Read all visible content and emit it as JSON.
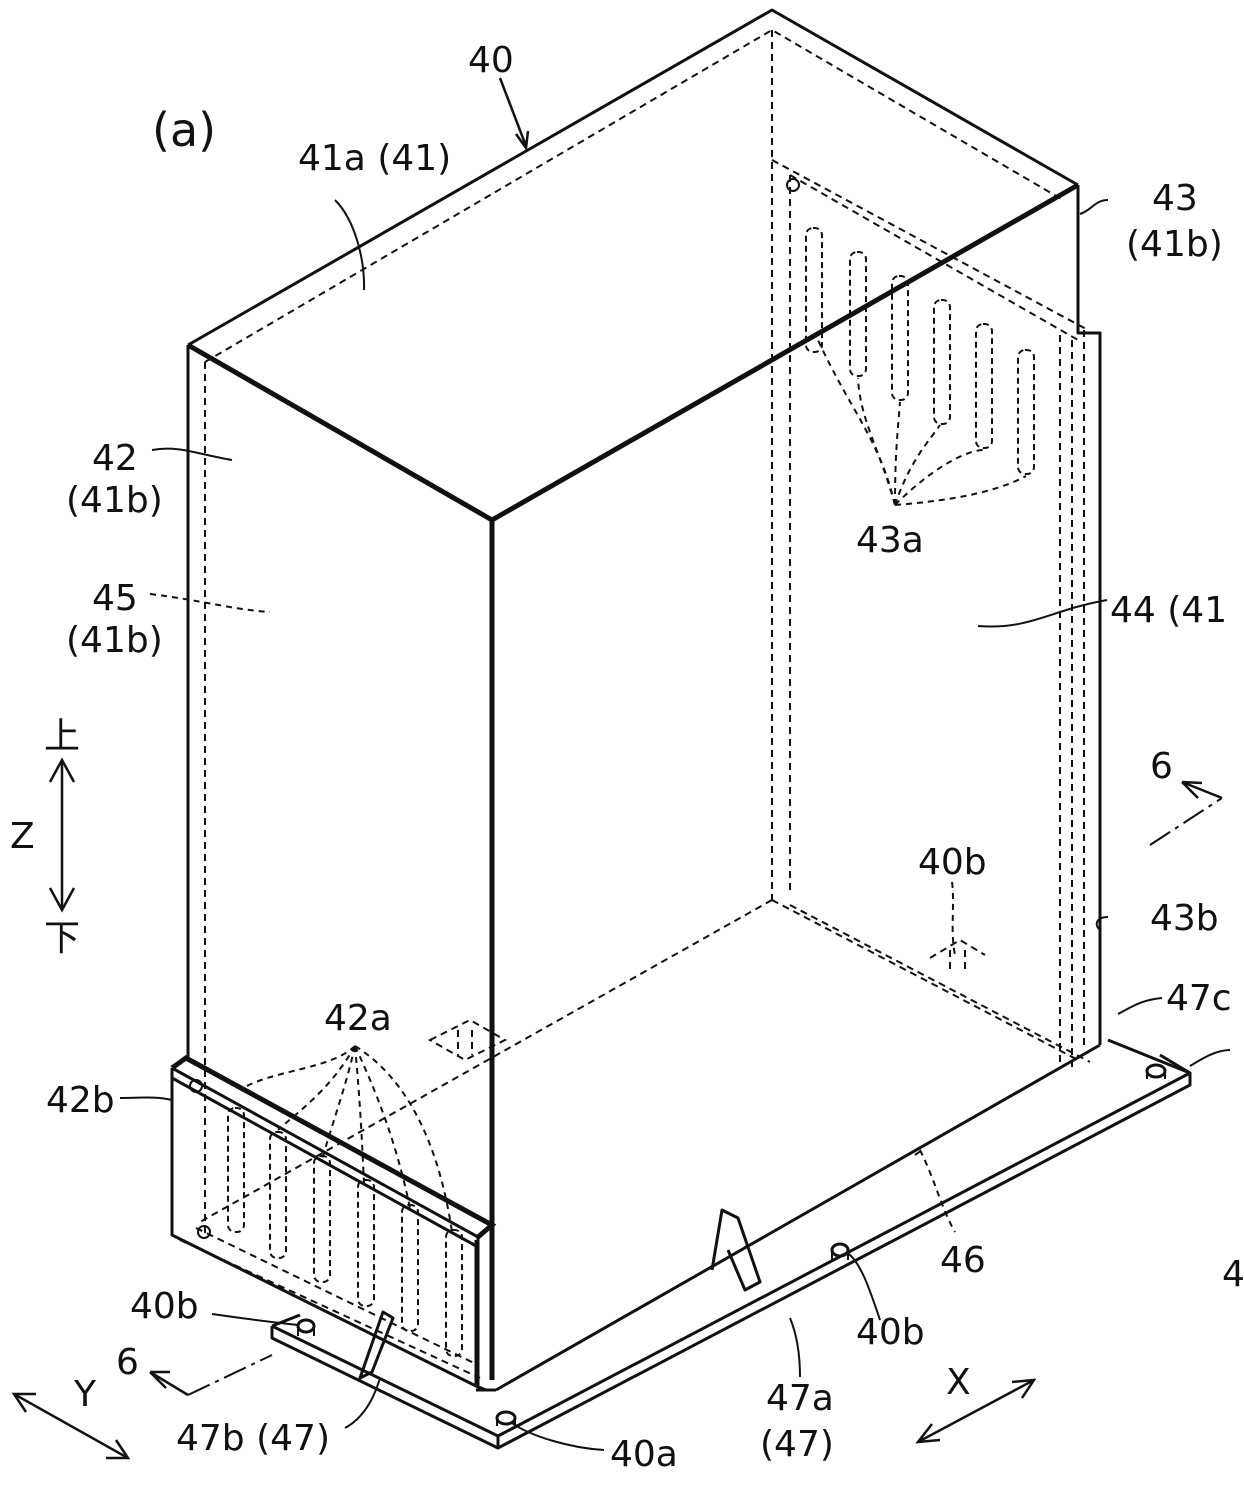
{
  "figure": {
    "panel_label": "(a)",
    "labels": {
      "n40": "40",
      "n41a": "41a (41)",
      "n43": "43",
      "n43_sub": "(41b)",
      "n42": "42",
      "n42_sub": "(41b)",
      "n45": "45",
      "n45_sub": "(41b)",
      "n43a": "43a",
      "n44": "44 (41",
      "n6_right": "6",
      "n40b_right": "40b",
      "n43b": "43b",
      "n47c": "47c",
      "n42a": "42a",
      "n42b": "42b",
      "n46": "46",
      "n40b_left": "40b",
      "n40b_mid": "40b",
      "n6_left": "6",
      "n47a": "47a",
      "n47a_sub": "(47)",
      "n47b": "47b (47)",
      "n40a": "40a",
      "n4_cut": "4"
    },
    "axes": {
      "z": "Z",
      "z_up": "上",
      "z_down": "下",
      "x": "X",
      "y": "Y"
    },
    "icons": {
      "z_axis": "double-headed-arrow-icon",
      "x_axis": "double-headed-arrow-icon",
      "y_axis": "double-headed-arrow-icon",
      "section_arrow": "arrow-icon"
    }
  }
}
